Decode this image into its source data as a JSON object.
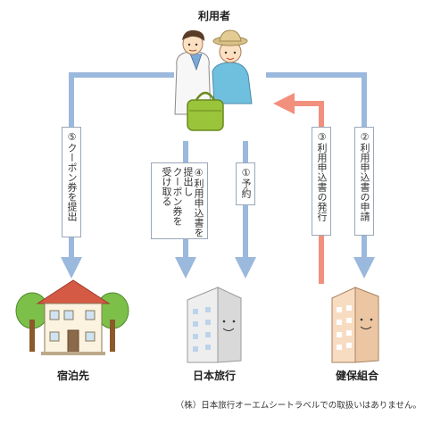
{
  "nodes": {
    "user": "利用者",
    "lodging": "宿泊先",
    "agency": "日本旅行",
    "insurance": "健保組合"
  },
  "steps": {
    "step1": "①予約",
    "step2": "②利用申込書の申請",
    "step3": "③利用申込書の発行",
    "step4": "④利用申込書を\n提出し\nクーポン券を\n受け取る",
    "step5": "⑤クーポン券を提出"
  },
  "footnote": "（株）日本旅行オーエムシートラベルでの取扱いはありません。",
  "colors": {
    "blue_arrow": "#9bb8dd",
    "red_arrow": "#f2907e",
    "tree_green": "#7cc04a",
    "roof_red": "#d55a45"
  }
}
